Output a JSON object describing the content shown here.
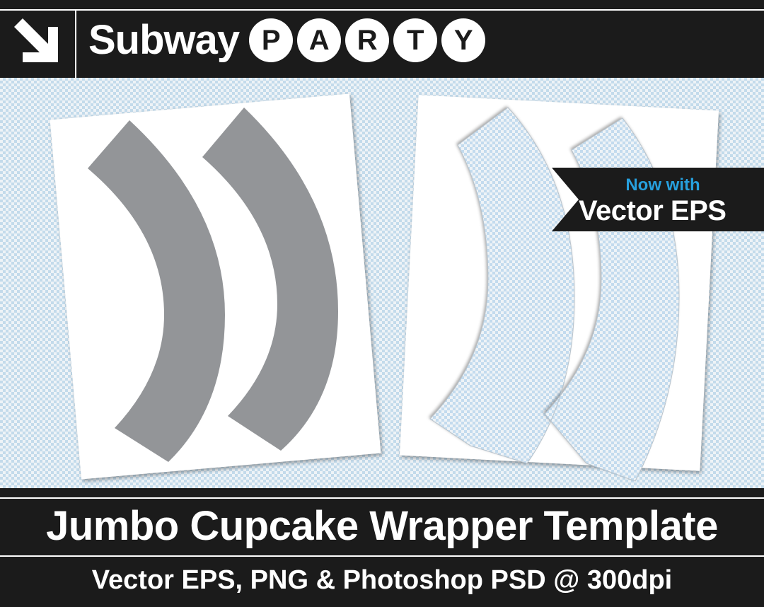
{
  "header": {
    "brand_word": "Subway",
    "brand_letters": [
      "P",
      "A",
      "R",
      "T",
      "Y"
    ],
    "icon": "arrow-down-right-icon"
  },
  "badge": {
    "line1": "Now with",
    "line2": "Vector EPS",
    "line1_color": "#27a0de"
  },
  "footer": {
    "title": "Jumbo Cupcake Wrapper Template",
    "subtitle": "Vector EPS, PNG & Photoshop PSD  @ 300dpi"
  },
  "colors": {
    "bar": "#1b1b1b",
    "wrapper_fill": "#939598",
    "background_pattern": "#a0c6e2"
  }
}
